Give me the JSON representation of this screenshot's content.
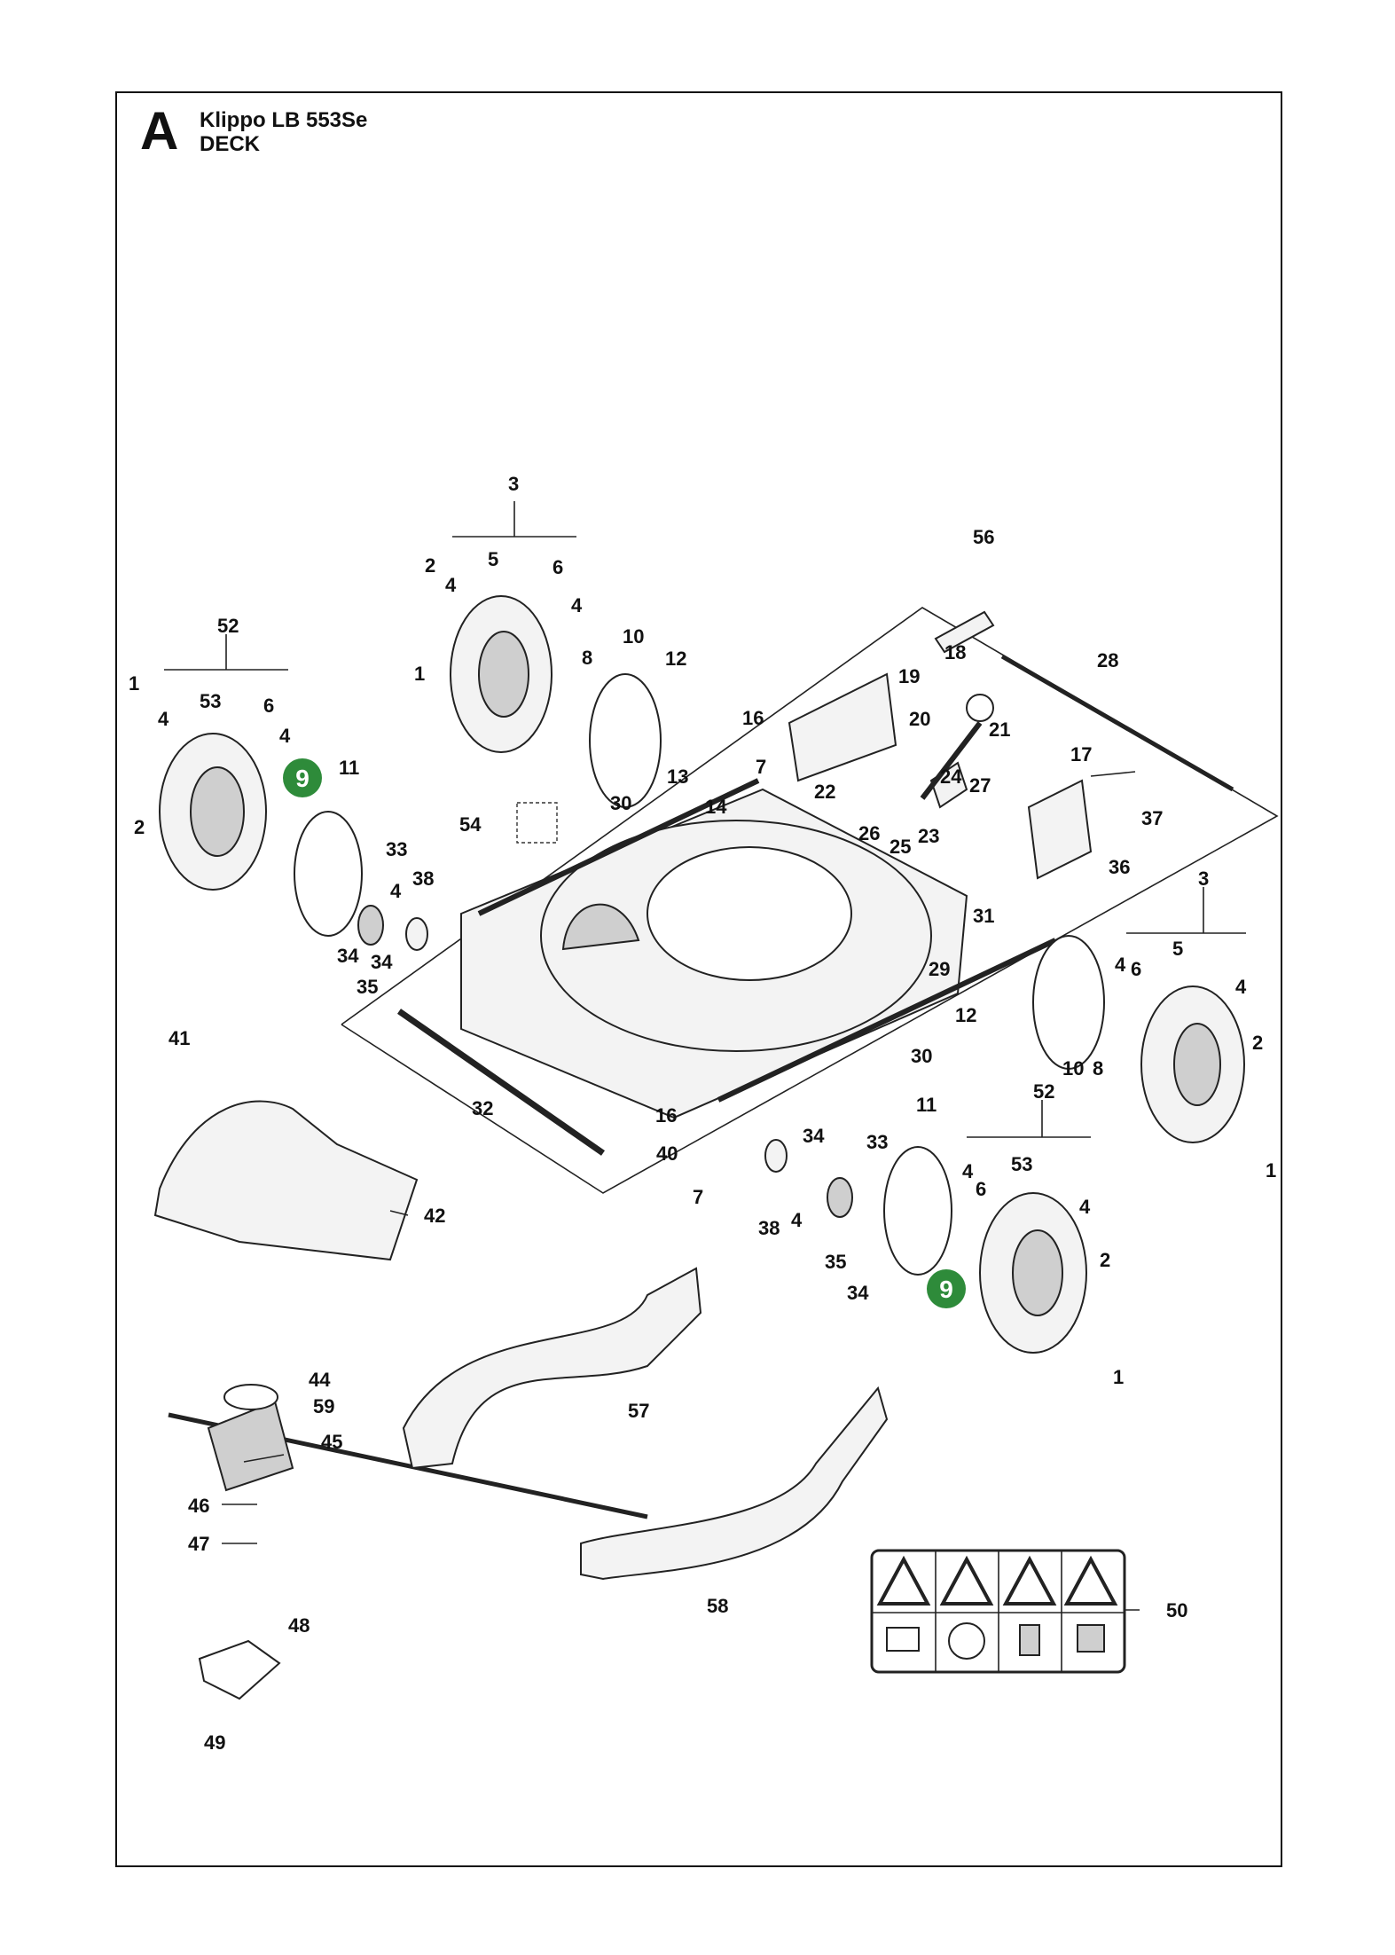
{
  "header": {
    "sheet_letter": "A",
    "model": "Klippo LB 553Se",
    "section": "DECK"
  },
  "highlight_color": "#2e8b3a",
  "callouts": [
    "1",
    "2",
    "3",
    "4",
    "5",
    "6",
    "7",
    "8",
    "9",
    "10",
    "11",
    "12",
    "13",
    "14",
    "16",
    "17",
    "18",
    "19",
    "20",
    "21",
    "22",
    "23",
    "24",
    "25",
    "26",
    "27",
    "28",
    "29",
    "30",
    "31",
    "32",
    "33",
    "34",
    "35",
    "36",
    "37",
    "38",
    "40",
    "41",
    "42",
    "44",
    "45",
    "46",
    "47",
    "48",
    "49",
    "50",
    "52",
    "53",
    "54",
    "56",
    "57",
    "58",
    "59"
  ],
  "highlighted_callouts": [
    "9"
  ],
  "warning_label_icons": [
    "warning-triangle-icon",
    "hand-hazard-icon",
    "thrown-object-icon",
    "warning-triangle-icon",
    "manual-book-icon",
    "no-hands-feet-icon",
    "bystander-icon",
    "disconnect-plug-icon"
  ]
}
